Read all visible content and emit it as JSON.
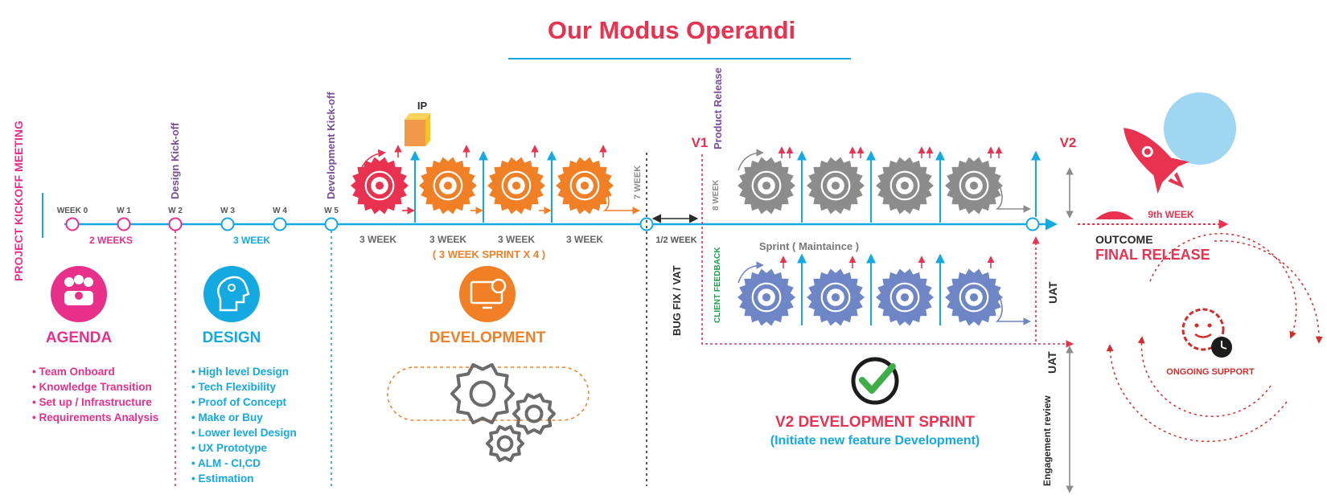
{
  "title": "Our Modus Operandi",
  "colors": {
    "magenta": "#e8308a",
    "cyan": "#15a9e1",
    "orange": "#f07f26",
    "crimson": "#e8324f",
    "red": "#d42b2b",
    "purple": "#7a4b9c",
    "gray": "#8c8c8c",
    "blue_gear": "#6f86c6",
    "green": "#19a34a",
    "dark": "#2b2b2b",
    "sky": "#9fd7f2"
  },
  "timeline": {
    "project_kickoff": "PROJECT KICKOFF MEETING",
    "design_kickoff": "Design Kick-off",
    "dev_kickoff": "Development Kick-off",
    "weeks": [
      "WEEK 0",
      "W 1",
      "W 2",
      "W 3",
      "W 4",
      "W 5"
    ],
    "two_weeks": "2 WEEKS",
    "three_week": "3 WEEK",
    "sprint_weeks": [
      "3 WEEK",
      "3 WEEK",
      "3 WEEK",
      "3 WEEK"
    ],
    "sprint_note": "( 3 WEEK SPRINT X 4 )",
    "ip": "IP",
    "seven_week": "7 WEEK",
    "half_week": "1/2 WEEK",
    "bug_fix": "BUG FIX / VAT",
    "v1": "V1",
    "product_release": "Product Release",
    "eight_week": "8 WEEK",
    "client_feedback": "CLIENT FEEDBACK",
    "sprint_maintenance": "Sprint ( Maintaince )",
    "v2": "V2",
    "uat_top": "UAT",
    "uat_bottom": "UAT",
    "engagement_review": "Engagement review",
    "ninth_week": "9th WEEK"
  },
  "agenda": {
    "heading": "AGENDA",
    "items": [
      "Team Onboard",
      "Knowledge Transition",
      "Set up / Infrastructure",
      "Requirements Analysis"
    ]
  },
  "design": {
    "heading": "DESIGN",
    "items": [
      "High level Design",
      "Tech Flexibility",
      "Proof of Concept",
      "Make or Buy",
      "Lower level Design",
      "UX Prototype",
      "ALM - CI,CD",
      "Estimation"
    ]
  },
  "development": {
    "heading": "DEVELOPMENT"
  },
  "v2_sprint": {
    "heading": "V2 DEVELOPMENT SPRINT",
    "subheading": "(Initiate new feature Development)"
  },
  "outcome": {
    "label": "OUTCOME",
    "final": "FINAL RELEASE",
    "support": "ONGOING SUPPORT"
  }
}
